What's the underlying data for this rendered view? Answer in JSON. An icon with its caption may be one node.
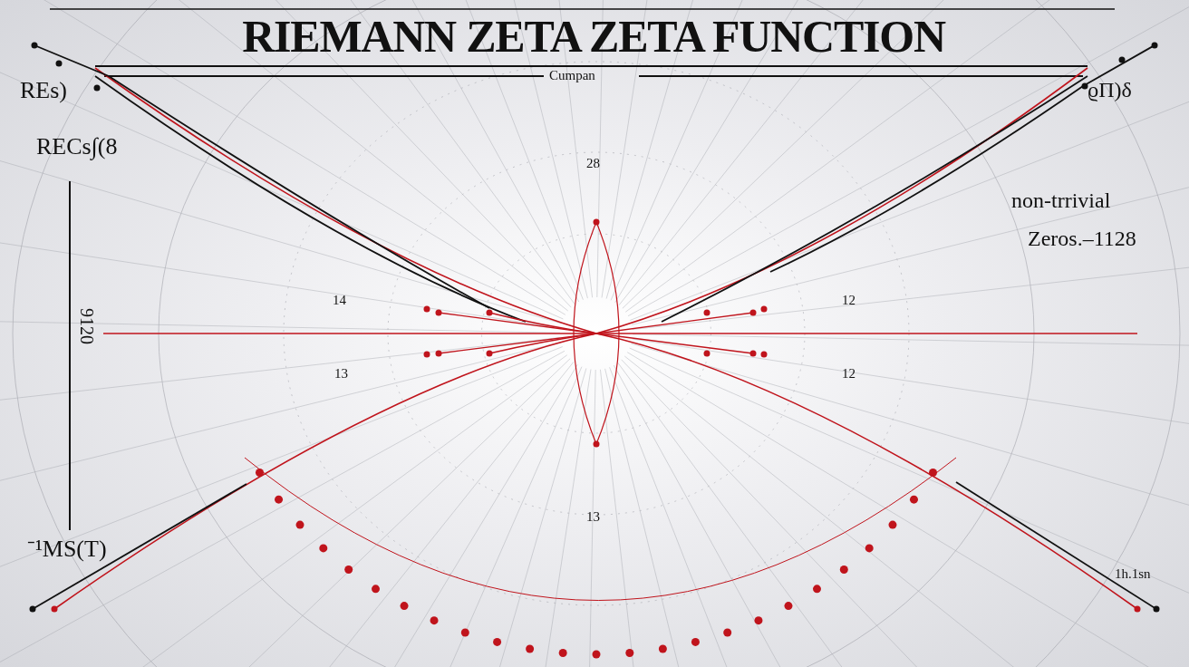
{
  "diagram": {
    "title": "RIEMANN ZETA ZETA FUNCTION",
    "labels": [
      "Cumpan",
      "REs)",
      "ϱΠ)δ",
      "RECs∫(8",
      "28",
      "non-trrivial",
      "Zeros.–1128",
      "14",
      "12",
      "9120",
      "13",
      "12",
      "13",
      "⁻¹MS(T)",
      "1h.1sn"
    ]
  }
}
